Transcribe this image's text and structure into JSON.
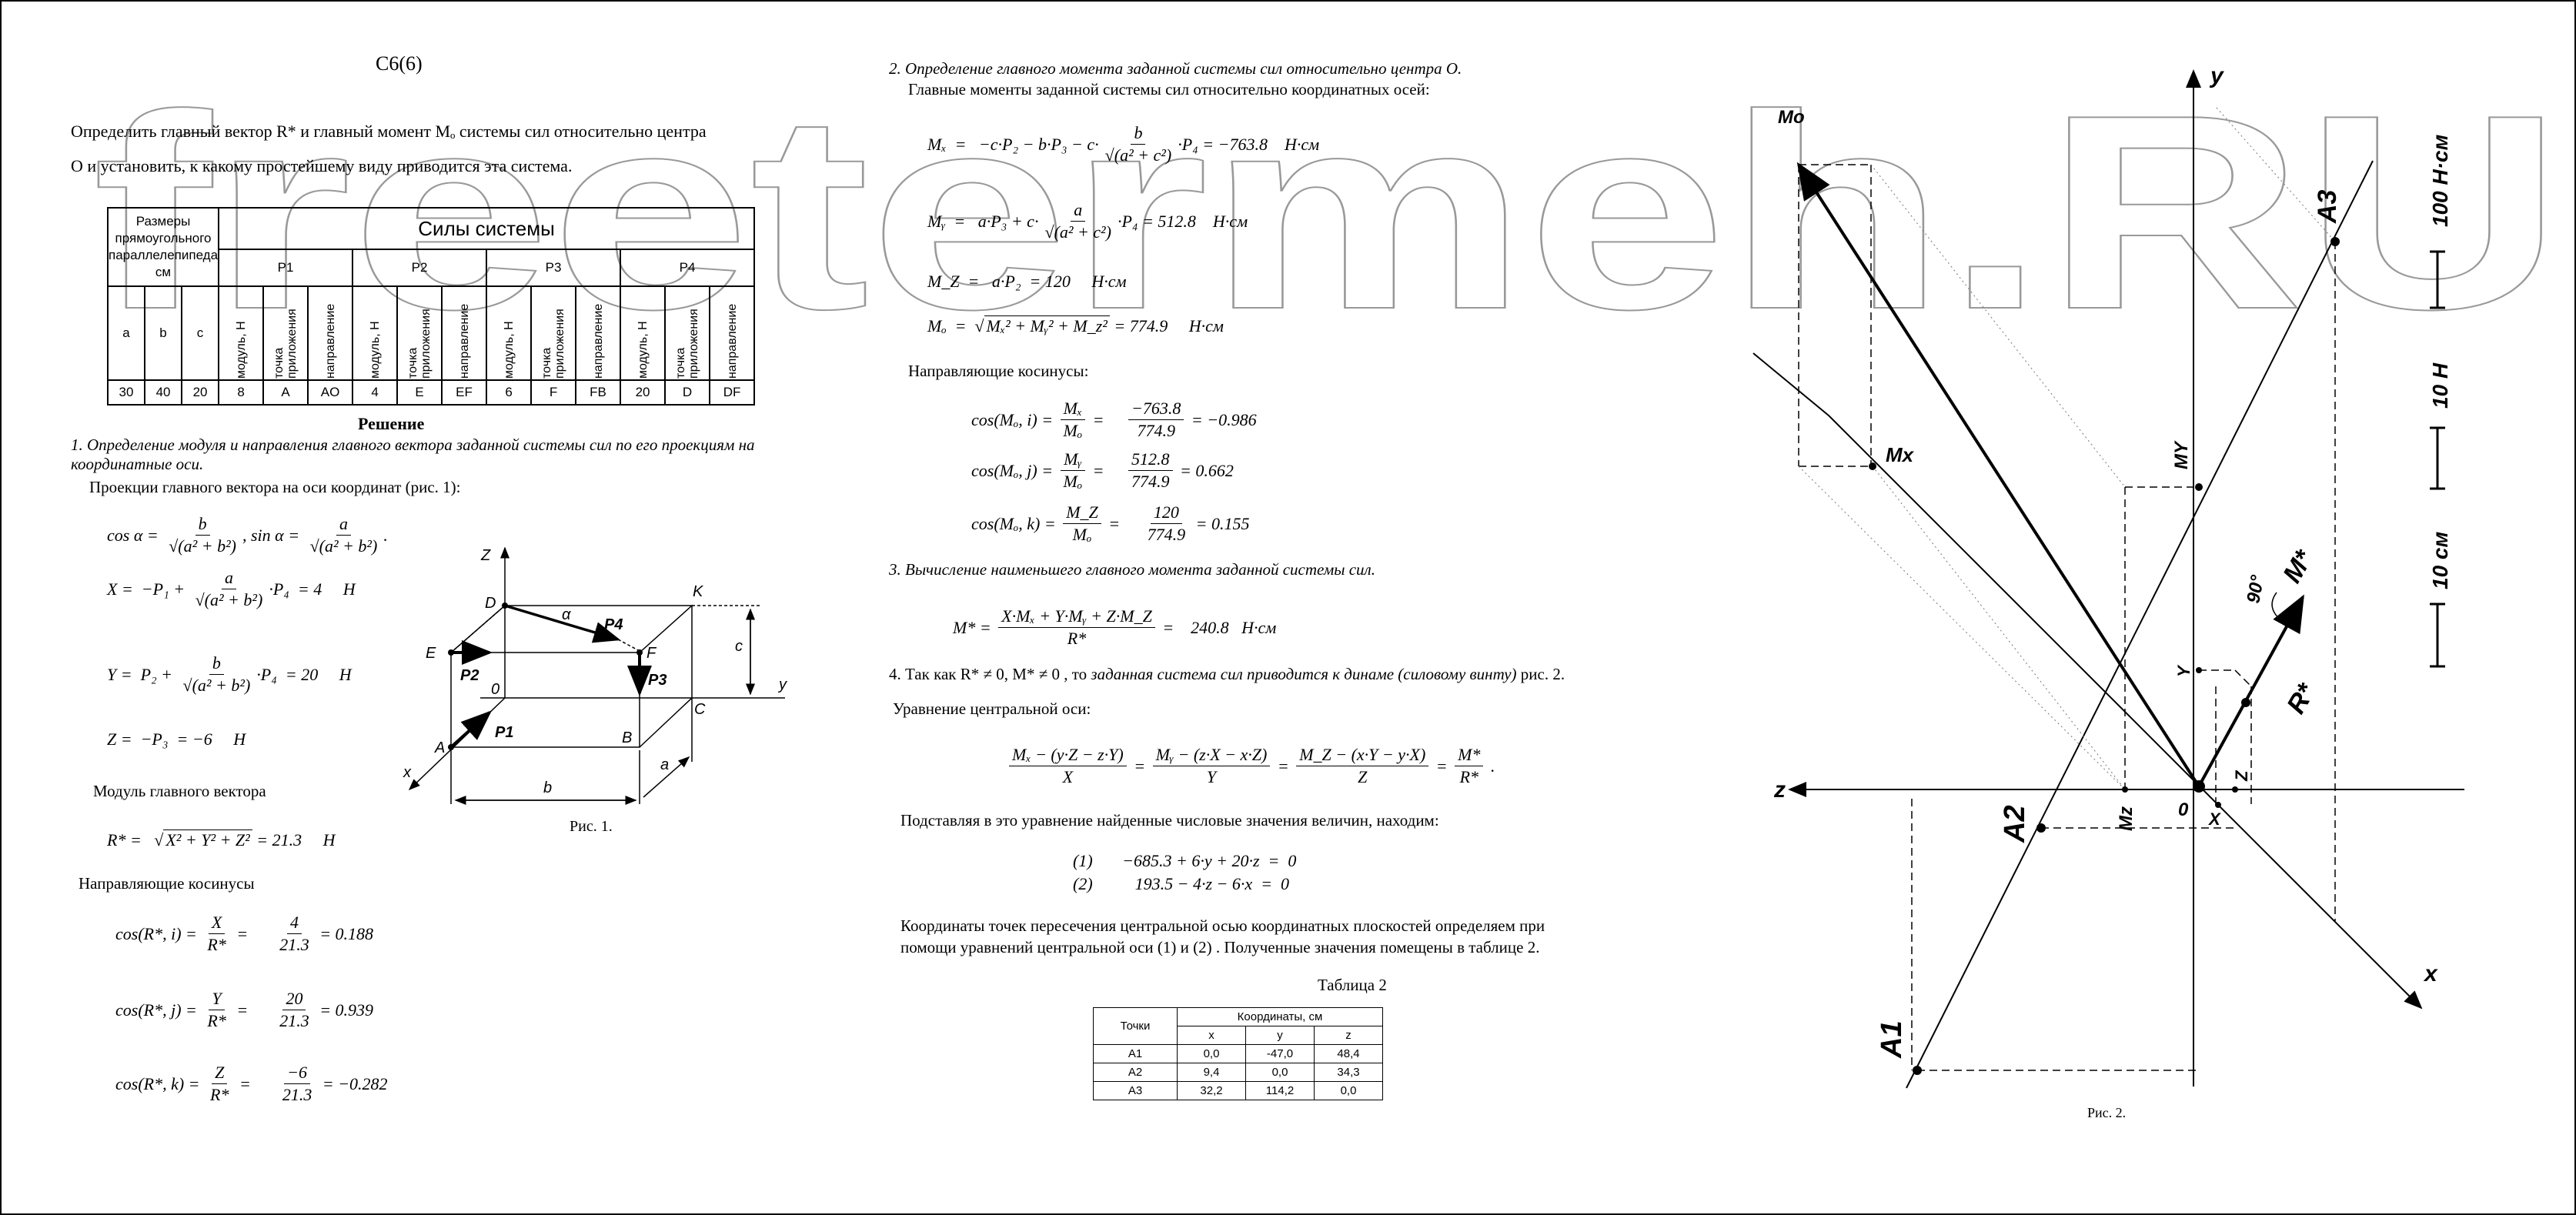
{
  "watermark": "freetermeh.RU",
  "title": "С6(6)",
  "problem": {
    "line1": "Определить главный вектор  R*  и главный момент  Mₒ  системы сил относительно центра",
    "line2": "O и установить, к какому простейшему виду приводится эта система."
  },
  "table1": {
    "dims_label": "Размеры прямоугольного параллелепипеда см",
    "forces_label": "Силы системы",
    "forces": [
      "P1",
      "P2",
      "P3",
      "P4"
    ],
    "dims": [
      "a",
      "b",
      "c"
    ],
    "subcols": [
      "модуль, Н",
      "точка приложения",
      "направление"
    ],
    "values": [
      "30",
      "40",
      "20",
      "8",
      "A",
      "AO",
      "4",
      "E",
      "EF",
      "6",
      "F",
      "FB",
      "20",
      "D",
      "DF"
    ]
  },
  "solution": {
    "heading": "Решение",
    "s1_title_a": "1. Определение модуля и направления главного вектора заданной системы сил по его проекциям на",
    "s1_title_b": "координатные оси.",
    "projections": "Проекции главного вектора на оси координат (рис. 1):",
    "modulus": "Модуль главного вектора",
    "dircos": "Направляющие косинусы",
    "s2_title": "2. Определение главного момента заданной системы сил относительно центра O.",
    "s2_sub": "Главные моменты заданной системы сил относительно координатных осей:",
    "dircos2": "Направляющие косинусы:",
    "s3_title": "3. Вычисление наименьшего главного момента заданной системы сил.",
    "s4_a": "4. Так как  R* ≠ 0, M* ≠ 0 , то ",
    "s4_b": "заданная система сил приводится к динаме (силовому винту)",
    "s4_c": " рис. 2.",
    "central_axis": "Уравнение центральной оси:",
    "substituting": "Подставляя в это уравнение найденные числовые значения величин, находим:",
    "coords_a": "Координаты точек пересечения центральной осью координатных плоскостей определяем при",
    "coords_b": "помощи уравнений центральной оси (1) и (2) . Полученные значения помещены в таблице 2."
  },
  "formulas": {
    "cos_alpha": [
      {
        "t": "cos α = "
      },
      {
        "n": "b",
        "d": "√(a² + b²)"
      },
      {
        "t": ", sin α = "
      },
      {
        "n": "a",
        "d": "√(a² + b²)"
      },
      {
        "t": "."
      }
    ],
    "X": [
      {
        "t": "X =  −P₁ + "
      },
      {
        "n": "a",
        "d": "√(a² + b²)"
      },
      {
        "t": "·P₄  = 4     Н"
      }
    ],
    "Y": [
      {
        "t": "Y =  P₂ + "
      },
      {
        "n": "b",
        "d": "√(a² + b²)"
      },
      {
        "t": "·P₄  = 20     Н"
      }
    ],
    "Z": [
      {
        "t": "Z =  −P₃  = −6     Н"
      }
    ],
    "R": [
      {
        "t": "R* =   √"
      },
      {
        "r": "X² + Y² + Z²"
      },
      {
        "t": " = 21.3     Н"
      }
    ],
    "cosRi": [
      {
        "t": "cos(R*, i) = "
      },
      {
        "n": "X",
        "d": "R*"
      },
      {
        "t": " =      "
      },
      {
        "n": "4",
        "d": "21.3"
      },
      {
        "t": " = 0.188"
      }
    ],
    "cosRj": [
      {
        "t": "cos(R*, j) = "
      },
      {
        "n": "Y",
        "d": "R*"
      },
      {
        "t": " =      "
      },
      {
        "n": "20",
        "d": "21.3"
      },
      {
        "t": " = 0.939"
      }
    ],
    "cosRk": [
      {
        "t": "cos(R*, k) = "
      },
      {
        "n": "Z",
        "d": "R*"
      },
      {
        "t": " =      "
      },
      {
        "n": "−6",
        "d": "21.3"
      },
      {
        "t": " = −0.282"
      }
    ],
    "Mx": [
      {
        "t": "Mₓ  =   −c·P₂ − b·P₃ − c·"
      },
      {
        "n": "b",
        "d": "√(a² + c²)"
      },
      {
        "t": "·P₄ = −763.8    Н·см"
      }
    ],
    "My": [
      {
        "t": "Mᵧ  =   a·P₃ + c·"
      },
      {
        "n": "a",
        "d": "√(a² + c²)"
      },
      {
        "t": "·P₄ = 512.8    Н·см"
      }
    ],
    "Mz": [
      {
        "t": "M_Z  =   a·P₂  = 120     Н·см"
      }
    ],
    "Mo": [
      {
        "t": "Mₒ  =  √"
      },
      {
        "r": "Mₓ² + Mᵧ² + M_z²"
      },
      {
        "t": " = 774.9     Н·см"
      }
    ],
    "cosMi": [
      {
        "t": "cos(Mₒ, i) = "
      },
      {
        "n": "Mₓ",
        "d": "Mₒ"
      },
      {
        "t": " =     "
      },
      {
        "n": "−763.8",
        "d": "774.9"
      },
      {
        "t": " = −0.986"
      }
    ],
    "cosMj": [
      {
        "t": "cos(Mₒ, j) = "
      },
      {
        "n": "Mᵧ",
        "d": "Mₒ"
      },
      {
        "t": " =     "
      },
      {
        "n": "512.8",
        "d": "774.9"
      },
      {
        "t": " = 0.662"
      }
    ],
    "cosMk": [
      {
        "t": "cos(Mₒ, k) = "
      },
      {
        "n": "M_Z",
        "d": "Mₒ"
      },
      {
        "t": " =     "
      },
      {
        "n": "120",
        "d": "774.9"
      },
      {
        "t": " = 0.155"
      }
    ],
    "Mstar": [
      {
        "t": "M* = "
      },
      {
        "n": "X·Mₓ + Y·Mᵧ + Z·M_Z",
        "d": "R*"
      },
      {
        "t": " =    240.8   Н·см"
      }
    ],
    "axis": [
      {
        "n": "Mₓ − (y·Z − z·Y)",
        "d": "X"
      },
      {
        "t": " = "
      },
      {
        "n": "Mᵧ − (z·X − x·Z)",
        "d": "Y"
      },
      {
        "t": " = "
      },
      {
        "n": "M_Z − (x·Y − y·X)",
        "d": "Z"
      },
      {
        "t": " = "
      },
      {
        "n": "M*",
        "d": "R*"
      },
      {
        "t": " ."
      }
    ],
    "eq1": [
      {
        "t": "(1)       −685.3 + 6·y + 20·z  =  0"
      }
    ],
    "eq2": [
      {
        "t": "(2)          193.5 − 4·z − 6·x  =  0"
      }
    ]
  },
  "fig1": {
    "caption": "Рис. 1.",
    "labels": {
      "z": "Z",
      "x": "x",
      "y": "y",
      "o": "0",
      "d": "D",
      "k": "K",
      "e": "E",
      "f": "F",
      "a": "A",
      "b": "B",
      "c": "C",
      "p1": "P1",
      "p2": "P2",
      "p3": "P3",
      "p4": "P4",
      "alpha": "α",
      "dim_a": "a",
      "dim_b": "b",
      "dim_c": "c"
    }
  },
  "fig2": {
    "caption": "Рис. 2.",
    "labels": {
      "y": "y",
      "z": "z",
      "x": "x",
      "o": "0",
      "mo": "Mo",
      "mx": "Mx",
      "my": "MY",
      "mz": "Mz",
      "a1": "A1",
      "a2": "A2",
      "a3": "A3",
      "r": "R*",
      "m": "M*",
      "angle": "90°",
      "py": "Y",
      "pz": "Z",
      "px": "X"
    },
    "scale": {
      "moment": "100 Н·см",
      "force": "10 Н",
      "length": "10 см"
    }
  },
  "table2": {
    "caption": "Таблица 2",
    "col_points": "Точки",
    "col_coords": "Координаты, см",
    "axes": [
      "x",
      "y",
      "z"
    ],
    "rows": [
      {
        "point": "A1",
        "x": "0,0",
        "y": "-47,0",
        "z": "48,4"
      },
      {
        "point": "A2",
        "x": "9,4",
        "y": "0,0",
        "z": "34,3"
      },
      {
        "point": "A3",
        "x": "32,2",
        "y": "114,2",
        "z": "0,0"
      }
    ]
  }
}
